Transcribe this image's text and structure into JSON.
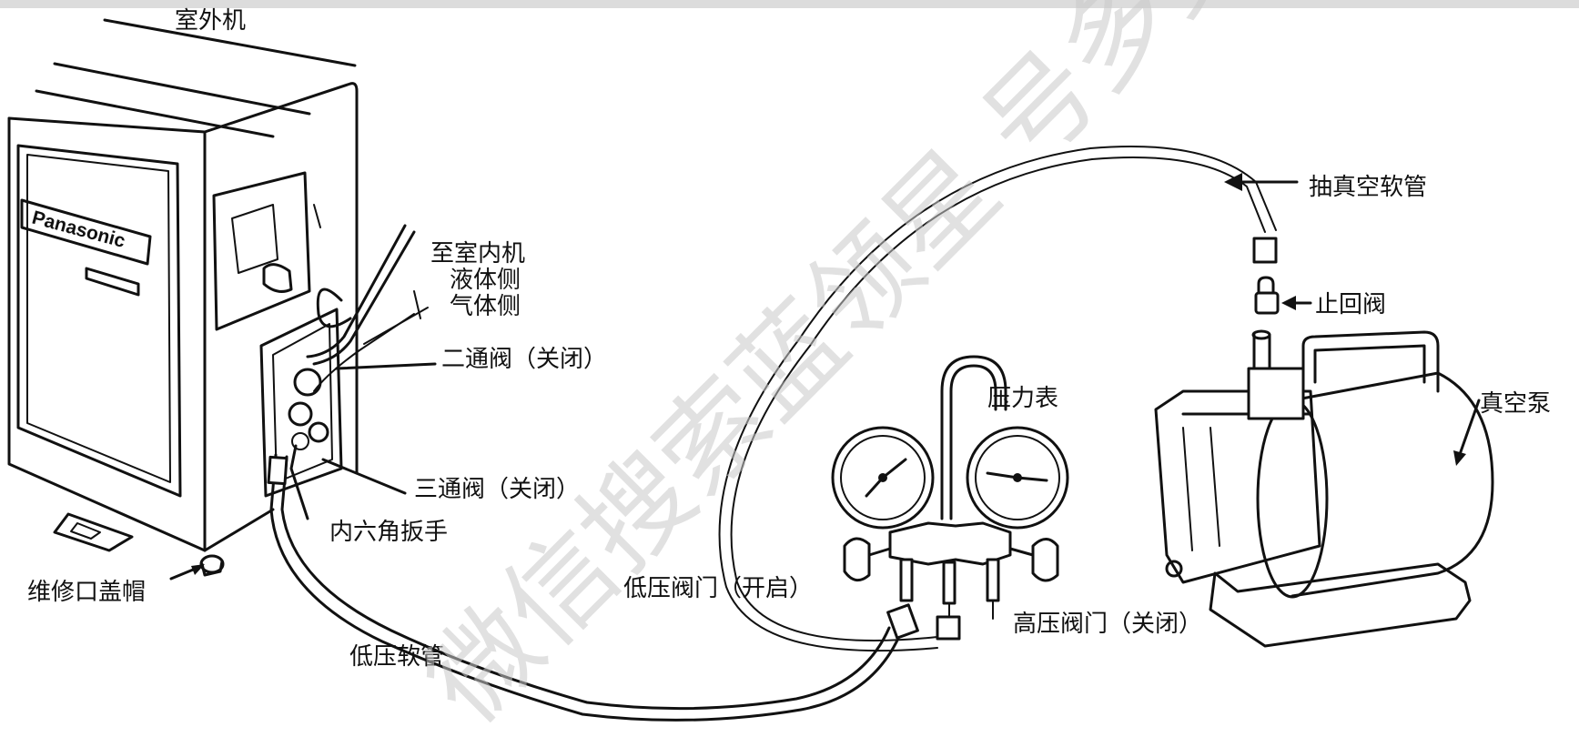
{
  "watermark": "微信搜索蓝领星 号多资料",
  "outdoor_unit": {
    "title": "室外机",
    "brand": "Panasonic"
  },
  "labels": {
    "to_indoor": "至室内机",
    "liquid_side": "液体侧",
    "gas_side": "气体侧",
    "two_way_valve": "二通阀（关闭）",
    "three_way_valve": "三通阀（关闭）",
    "hex_wrench": "内六角扳手",
    "service_cap": "维修口盖帽",
    "low_hose": "低压软管",
    "low_valve": "低压阀门（开启）",
    "high_valve": "高压阀门（关闭）",
    "gauge": "压力表",
    "vacuum_hose": "抽真空软管",
    "check_valve": "止回阀",
    "vacuum_pump": "真空泵"
  }
}
